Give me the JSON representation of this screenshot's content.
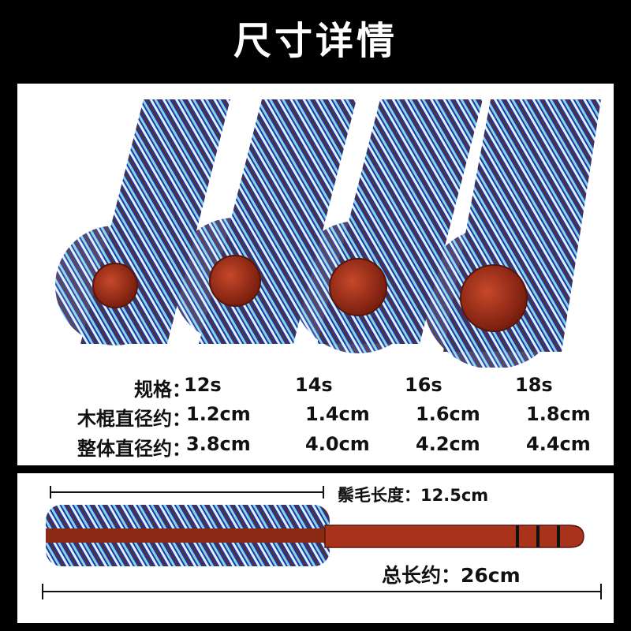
{
  "title": "尺寸详情",
  "specs": {
    "rows": [
      {
        "label": "规格：",
        "values": [
          "12s",
          "14s",
          "16s",
          "18s"
        ]
      },
      {
        "label": "木棍直径约：",
        "values": [
          "1.2cm",
          "1.4cm",
          "1.6cm",
          "1.8cm"
        ]
      },
      {
        "label": "整体直径约：",
        "values": [
          "3.8cm",
          "4.0cm",
          "4.2cm",
          "4.4cm"
        ]
      }
    ]
  },
  "dimensions": {
    "bristle_length_label": "鬃毛长度：",
    "bristle_length_value": "12.5cm",
    "total_length_label": "总长约：",
    "total_length_value": "26cm"
  },
  "colors": {
    "bristle_blue": "#1a3a9c",
    "bristle_light": "#8ccfe8",
    "bristle_brown": "#6a2a18",
    "wood": "#a8321a"
  }
}
